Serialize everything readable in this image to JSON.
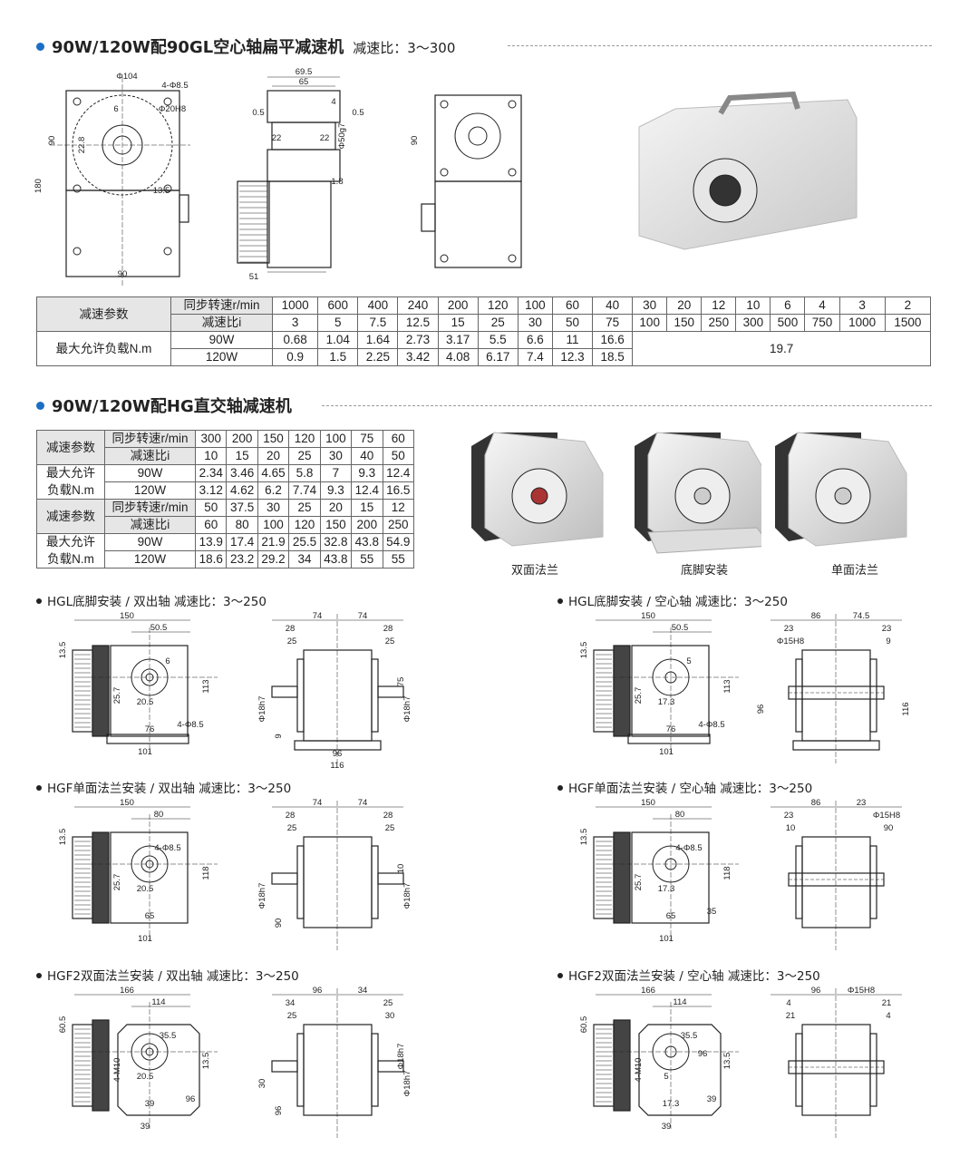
{
  "section1": {
    "title": "90W/120W配90GL空心轴扁平减速机",
    "subtitle": "减速比：3～300",
    "front_dims": [
      "Φ104",
      "4-Φ8.5",
      "6",
      "Φ20H8",
      "22.8",
      "90",
      "180",
      "13.5",
      "90"
    ],
    "side_dims": [
      "69.5",
      "65",
      "0.5",
      "4",
      "0.5",
      "22",
      "22",
      "Φ50g7",
      "1.8",
      "51"
    ],
    "rear_dims": [
      "90"
    ],
    "table": {
      "group1_label": "减速参数",
      "speed_label": "同步转速r/min",
      "ratio_label": "减速比i",
      "speeds": [
        "1000",
        "600",
        "400",
        "240",
        "200",
        "120",
        "100",
        "60",
        "40",
        "30",
        "20",
        "12",
        "10",
        "6",
        "4",
        "3",
        "2"
      ],
      "ratios": [
        "3",
        "5",
        "7.5",
        "12.5",
        "15",
        "25",
        "30",
        "50",
        "75",
        "100",
        "150",
        "250",
        "300",
        "500",
        "750",
        "1000",
        "1500"
      ],
      "group2_label": "最大允许负载N.m",
      "rows": [
        {
          "label": "90W",
          "values": [
            "0.68",
            "1.04",
            "1.64",
            "2.73",
            "3.17",
            "5.5",
            "6.6",
            "11",
            "16.6"
          ]
        },
        {
          "label": "120W",
          "values": [
            "0.9",
            "1.5",
            "2.25",
            "3.42",
            "4.08",
            "6.17",
            "7.4",
            "12.3",
            "18.5"
          ]
        }
      ],
      "merged_value": "19.7"
    }
  },
  "section2": {
    "title": "90W/120W配HG直交轴减速机",
    "table": {
      "param_label": "减速参数",
      "load_label_1": "最大允许",
      "load_label_2": "负载N.m",
      "speed_label": "同步转速r/min",
      "ratio_label": "减速比i",
      "blocks": [
        {
          "speeds": [
            "300",
            "200",
            "150",
            "120",
            "100",
            "75",
            "60"
          ],
          "ratios": [
            "10",
            "15",
            "20",
            "25",
            "30",
            "40",
            "50"
          ],
          "rows": [
            {
              "label": "90W",
              "values": [
                "2.34",
                "3.46",
                "4.65",
                "5.8",
                "7",
                "9.3",
                "12.4"
              ]
            },
            {
              "label": "120W",
              "values": [
                "3.12",
                "4.62",
                "6.2",
                "7.74",
                "9.3",
                "12.4",
                "16.5"
              ]
            }
          ]
        },
        {
          "speeds": [
            "50",
            "37.5",
            "30",
            "25",
            "20",
            "15",
            "12"
          ],
          "ratios": [
            "60",
            "80",
            "100",
            "120",
            "150",
            "200",
            "250"
          ],
          "rows": [
            {
              "label": "90W",
              "values": [
                "13.9",
                "17.4",
                "21.9",
                "25.5",
                "32.8",
                "43.8",
                "54.9"
              ]
            },
            {
              "label": "120W",
              "values": [
                "18.6",
                "23.2",
                "29.2",
                "34",
                "43.8",
                "55",
                "55"
              ]
            }
          ]
        }
      ]
    },
    "photos": [
      {
        "caption": "双面法兰"
      },
      {
        "caption": "底脚安装"
      },
      {
        "caption": "单面法兰"
      }
    ]
  },
  "variants": [
    {
      "title": "HGL底脚安装 / 双出轴  减速比：3～250",
      "front_dims": [
        "150",
        "50.5",
        "13.5",
        "6",
        "25.7",
        "113",
        "20.5",
        "76",
        "101",
        "4-Φ8.5"
      ],
      "side_dims": [
        "74",
        "74",
        "28",
        "28",
        "25",
        "25",
        "Φ18h7",
        "Φ18h7",
        "75",
        "9",
        "96",
        "116"
      ]
    },
    {
      "title": "HGL底脚安装 / 空心轴  减速比：3～250",
      "front_dims": [
        "150",
        "50.5",
        "13.5",
        "5",
        "25.7",
        "113",
        "17.3",
        "76",
        "101",
        "4-Φ8.5"
      ],
      "side_dims": [
        "86",
        "74.5",
        "23",
        "23",
        "Φ15H8",
        "9",
        "96",
        "116"
      ]
    },
    {
      "title": "HGF单面法兰安装 / 双出轴  减速比：3～250",
      "front_dims": [
        "150",
        "80",
        "13.5",
        "4-Φ8.5",
        "25.7",
        "118",
        "20.5",
        "65",
        "101"
      ],
      "side_dims": [
        "74",
        "74",
        "28",
        "28",
        "25",
        "25",
        "Φ18h7",
        "Φ18h7",
        "10",
        "90"
      ]
    },
    {
      "title": "HGF单面法兰安装 / 空心轴  减速比：3～250",
      "front_dims": [
        "150",
        "80",
        "13.5",
        "4-Φ8.5",
        "25.7",
        "118",
        "17.3",
        "65",
        "101",
        "35"
      ],
      "side_dims": [
        "86",
        "23",
        "23",
        "Φ15H8",
        "10",
        "90"
      ]
    },
    {
      "title": "HGF2双面法兰安装 / 双出轴  减速比：3～250",
      "front_dims": [
        "166",
        "114",
        "60.5",
        "35.5",
        "4-M10",
        "13.5",
        "20.5",
        "39",
        "39",
        "96"
      ],
      "side_dims": [
        "96",
        "34",
        "34",
        "25",
        "25",
        "30",
        "30",
        "Φ18h7",
        "Φ18h7",
        "96"
      ]
    },
    {
      "title": "HGF2双面法兰安装 / 空心轴  减速比：3～250",
      "front_dims": [
        "166",
        "114",
        "60.5",
        "35.5",
        "4-M10",
        "13.5",
        "5",
        "17.3",
        "39",
        "39",
        "96"
      ],
      "side_dims": [
        "96",
        "Φ15H8",
        "4",
        "21",
        "21",
        "4"
      ]
    }
  ],
  "colors": {
    "accent": "#1a6fc4",
    "table_header": "#e6e6e6"
  }
}
